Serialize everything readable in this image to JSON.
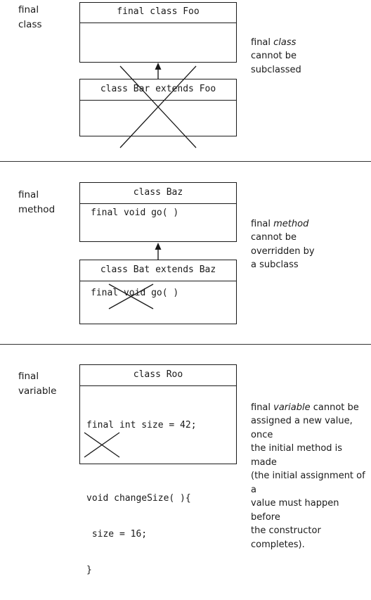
{
  "sections": [
    {
      "label": [
        "final",
        "class"
      ],
      "parent_header": "final class Foo",
      "child_header": "class Bar extends Foo",
      "description": [
        {
          "text": "final ",
          "italic": false
        },
        {
          "text": "class",
          "italic": true
        },
        {
          "text": "\ncannot be\nsubclassed",
          "italic": false
        }
      ]
    },
    {
      "label": [
        "final",
        "method"
      ],
      "parent_header": "class Baz",
      "parent_method": "final void go( )",
      "child_header": "class Bat extends Baz",
      "child_method": "final void go( )",
      "description": [
        {
          "text": "final ",
          "italic": false
        },
        {
          "text": "method",
          "italic": true
        },
        {
          "text": "\ncannot be\noverridden by\na subclass",
          "italic": false
        }
      ]
    },
    {
      "label": [
        "final",
        "variable"
      ],
      "header": "class Roo",
      "code": [
        "final int size = 42;",
        "",
        "void changeSize( ){",
        " size = 16;",
        "}"
      ],
      "description": [
        {
          "text": "final ",
          "italic": false
        },
        {
          "text": "variable",
          "italic": true
        },
        {
          "text": " cannot be\nassigned a new value, once\nthe initial method is made\n(the initial assignment of a\nvalue must happen before\nthe constructor completes).",
          "italic": false
        }
      ]
    }
  ]
}
